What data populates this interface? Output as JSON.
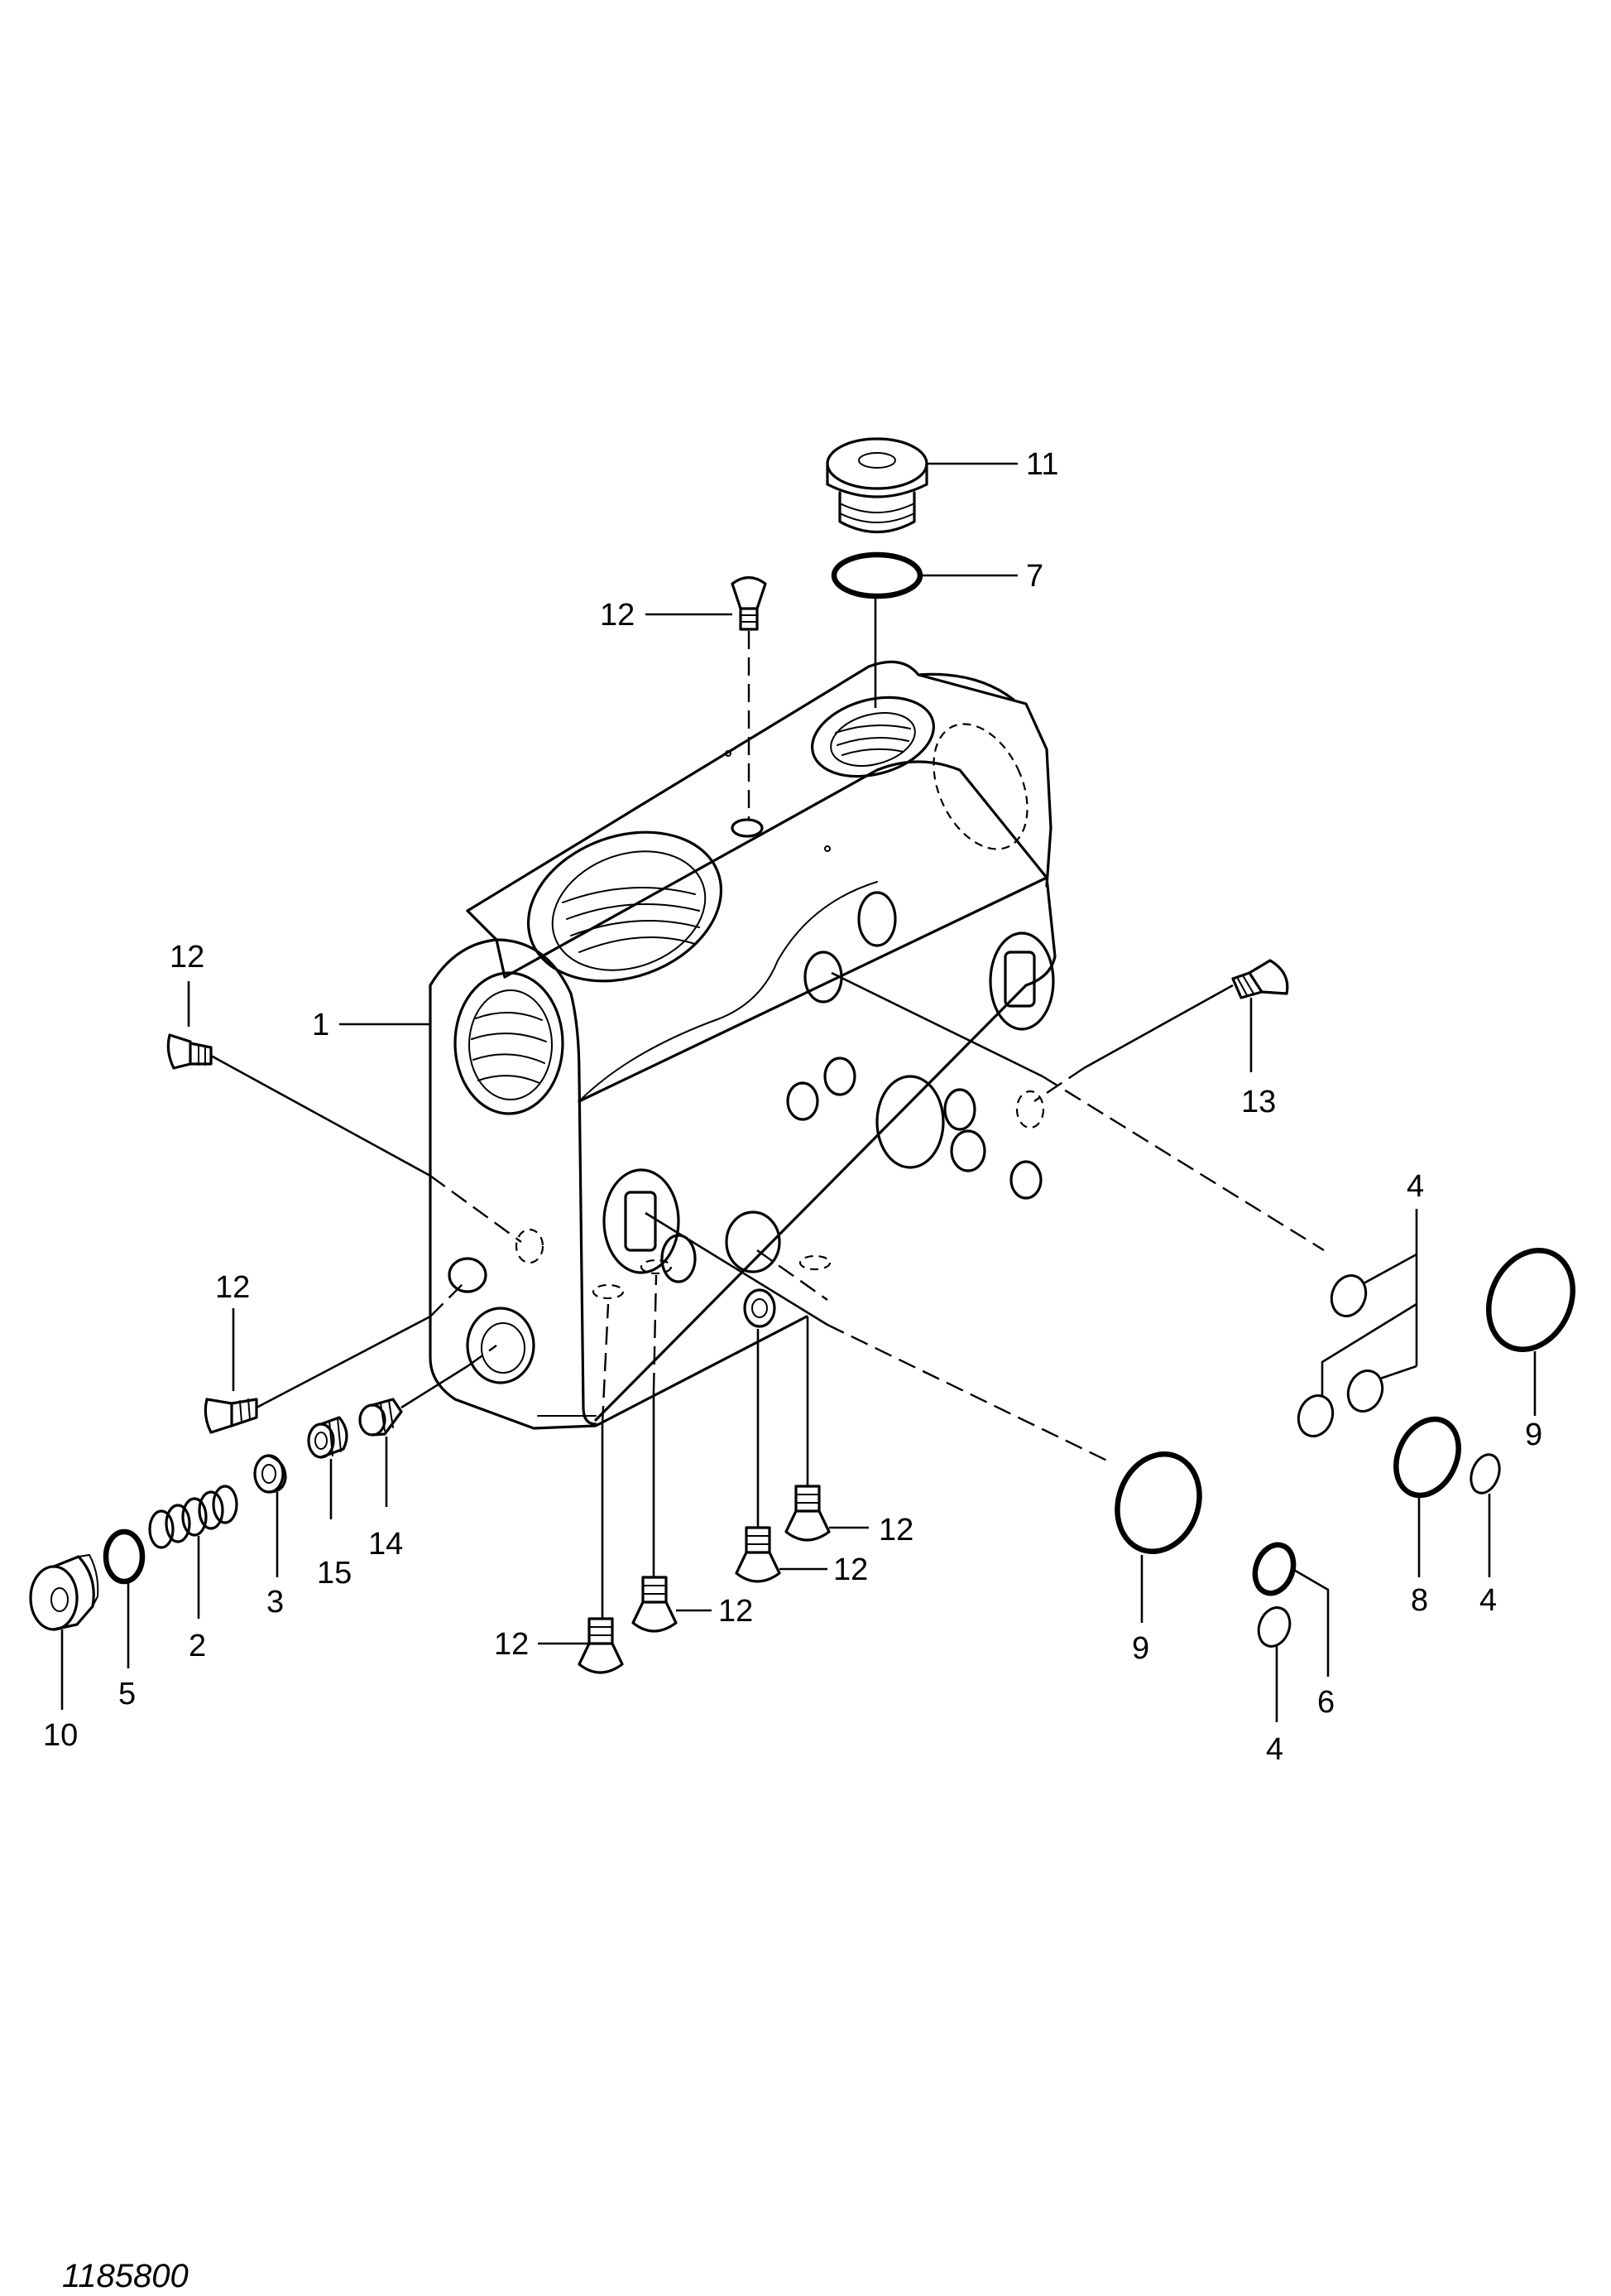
{
  "drawing_number": "1185800",
  "callouts": {
    "c1": "1",
    "c2": "2",
    "c3": "3",
    "c4_top": "4",
    "c4_right": "4",
    "c4_bottom": "4",
    "c5": "5",
    "c6": "6",
    "c7": "7",
    "c8": "8",
    "c9_center": "9",
    "c9_right": "9",
    "c10": "10",
    "c11": "11",
    "c12_top": "12",
    "c12_left_upper": "12",
    "c12_left_lower": "12",
    "c12_bottom_a": "12",
    "c12_bottom_b": "12",
    "c12_bottom_c": "12",
    "c12_bottom_d": "12",
    "c13": "13",
    "c14": "14",
    "c15": "15"
  }
}
